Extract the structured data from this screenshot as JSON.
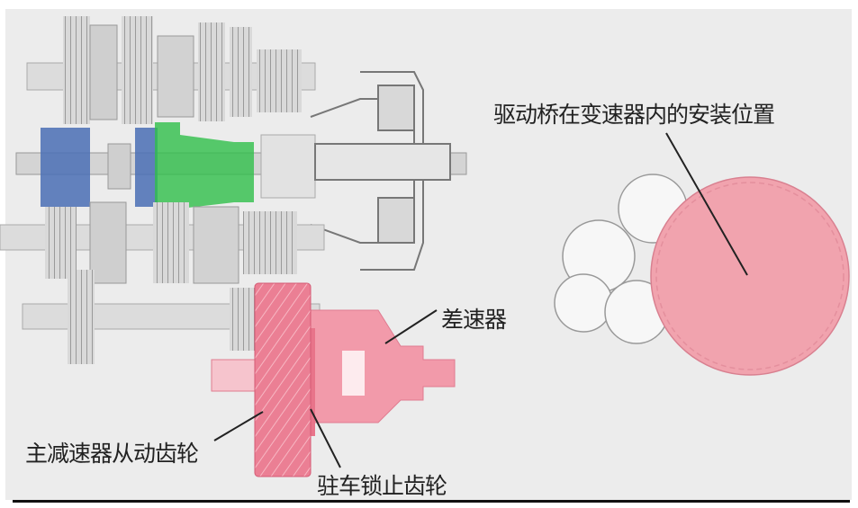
{
  "labels": {
    "install_position": "驱动桥在变速器内的安装位置",
    "differential": "差速器",
    "final_drive_gear": "主减速器从动齿轮",
    "parking_lock_gear": "驻车锁止齿轮"
  },
  "colors": {
    "final_drive": "#e8748a",
    "differential": "#f29aaa",
    "input_gear": "#4a6fb5",
    "green_gear": "#2fbf4a",
    "gears": "#b9b9b9"
  }
}
